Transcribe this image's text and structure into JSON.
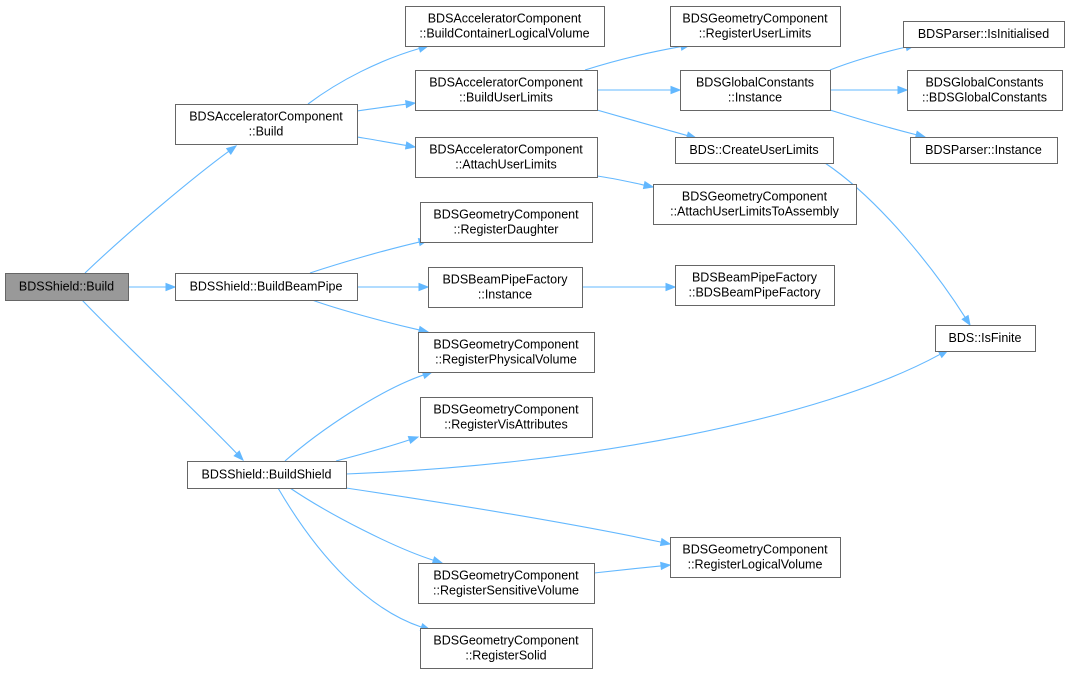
{
  "graph": {
    "title": "",
    "colors": {
      "edge": "#63b8ff",
      "node_border": "#666666",
      "root_fill": "#999999",
      "node_fill": "#ffffff"
    },
    "nodes": [
      {
        "id": "shield_build",
        "lines": [
          "BDSShield::Build"
        ],
        "root": true
      },
      {
        "id": "acc_build",
        "lines": [
          "BDSAcceleratorComponent",
          "::Build"
        ]
      },
      {
        "id": "shield_buildbeampipe",
        "lines": [
          "BDSShield::BuildBeamPipe"
        ]
      },
      {
        "id": "shield_buildshield",
        "lines": [
          "BDSShield::BuildShield"
        ]
      },
      {
        "id": "acc_buildcontainer",
        "lines": [
          "BDSAcceleratorComponent",
          "::BuildContainerLogicalVolume"
        ]
      },
      {
        "id": "acc_builduserlimits",
        "lines": [
          "BDSAcceleratorComponent",
          "::BuildUserLimits"
        ]
      },
      {
        "id": "acc_attachuserlimits",
        "lines": [
          "BDSAcceleratorComponent",
          "::AttachUserLimits"
        ]
      },
      {
        "id": "geo_registerdaughter",
        "lines": [
          "BDSGeometryComponent",
          "::RegisterDaughter"
        ]
      },
      {
        "id": "bpf_instance",
        "lines": [
          "BDSBeamPipeFactory",
          "::Instance"
        ]
      },
      {
        "id": "geo_registerphysical",
        "lines": [
          "BDSGeometryComponent",
          "::RegisterPhysicalVolume"
        ]
      },
      {
        "id": "geo_registervis",
        "lines": [
          "BDSGeometryComponent",
          "::RegisterVisAttributes"
        ]
      },
      {
        "id": "geo_registersensitive",
        "lines": [
          "BDSGeometryComponent",
          "::RegisterSensitiveVolume"
        ]
      },
      {
        "id": "geo_registersolid",
        "lines": [
          "BDSGeometryComponent",
          "::RegisterSolid"
        ]
      },
      {
        "id": "geo_registeruserlimits",
        "lines": [
          "BDSGeometryComponent",
          "::RegisterUserLimits"
        ]
      },
      {
        "id": "glob_instance",
        "lines": [
          "BDSGlobalConstants",
          "::Instance"
        ]
      },
      {
        "id": "bds_createuserlimits",
        "lines": [
          "BDS::CreateUserLimits"
        ]
      },
      {
        "id": "geo_attachtoassembly",
        "lines": [
          "BDSGeometryComponent",
          "::AttachUserLimitsToAssembly"
        ]
      },
      {
        "id": "bpf_ctor",
        "lines": [
          "BDSBeamPipeFactory",
          "::BDSBeamPipeFactory"
        ]
      },
      {
        "id": "geo_registerlogical",
        "lines": [
          "BDSGeometryComponent",
          "::RegisterLogicalVolume"
        ]
      },
      {
        "id": "parser_isinitialised",
        "lines": [
          "BDSParser::IsInitialised"
        ]
      },
      {
        "id": "glob_ctor",
        "lines": [
          "BDSGlobalConstants",
          "::BDSGlobalConstants"
        ]
      },
      {
        "id": "parser_instance",
        "lines": [
          "BDSParser::Instance"
        ]
      },
      {
        "id": "bds_isfinite",
        "lines": [
          "BDS::IsFinite"
        ]
      }
    ],
    "edges": [
      {
        "from": "shield_build",
        "to": "acc_build"
      },
      {
        "from": "shield_build",
        "to": "shield_buildbeampipe"
      },
      {
        "from": "shield_build",
        "to": "shield_buildshield"
      },
      {
        "from": "acc_build",
        "to": "acc_buildcontainer"
      },
      {
        "from": "acc_build",
        "to": "acc_builduserlimits"
      },
      {
        "from": "acc_build",
        "to": "acc_attachuserlimits"
      },
      {
        "from": "acc_builduserlimits",
        "to": "geo_registeruserlimits"
      },
      {
        "from": "acc_builduserlimits",
        "to": "glob_instance"
      },
      {
        "from": "acc_builduserlimits",
        "to": "bds_createuserlimits"
      },
      {
        "from": "glob_instance",
        "to": "parser_isinitialised"
      },
      {
        "from": "glob_instance",
        "to": "glob_ctor"
      },
      {
        "from": "glob_instance",
        "to": "parser_instance"
      },
      {
        "from": "bds_createuserlimits",
        "to": "bds_isfinite"
      },
      {
        "from": "acc_attachuserlimits",
        "to": "geo_attachtoassembly"
      },
      {
        "from": "shield_buildbeampipe",
        "to": "geo_registerdaughter"
      },
      {
        "from": "shield_buildbeampipe",
        "to": "bpf_instance"
      },
      {
        "from": "shield_buildbeampipe",
        "to": "geo_registerphysical"
      },
      {
        "from": "bpf_instance",
        "to": "bpf_ctor"
      },
      {
        "from": "shield_buildshield",
        "to": "geo_registerphysical"
      },
      {
        "from": "shield_buildshield",
        "to": "geo_registervis"
      },
      {
        "from": "shield_buildshield",
        "to": "bds_isfinite"
      },
      {
        "from": "shield_buildshield",
        "to": "geo_registerlogical"
      },
      {
        "from": "shield_buildshield",
        "to": "geo_registersensitive"
      },
      {
        "from": "shield_buildshield",
        "to": "geo_registersolid"
      },
      {
        "from": "geo_registersensitive",
        "to": "geo_registerlogical"
      }
    ]
  }
}
